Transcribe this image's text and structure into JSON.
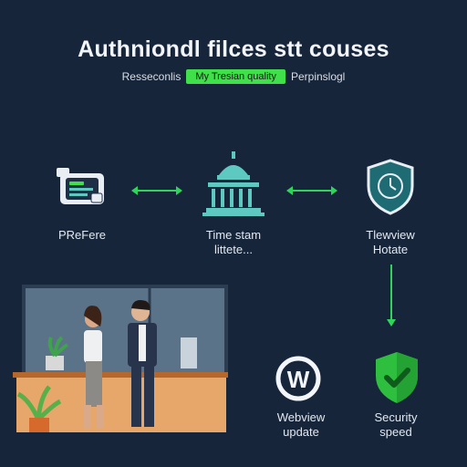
{
  "title": "Authniondl filces stt couses",
  "subtitle": {
    "left": "Resseconlis",
    "pill": "My Tresian quality",
    "right": "Perpinslogl"
  },
  "nodes": {
    "device": {
      "label": "PReFere",
      "icon": "device-card-icon"
    },
    "building": {
      "label_line1": "Time stam",
      "label_line2": "littete...",
      "icon": "government-building-icon"
    },
    "shield": {
      "label_line1": "Tlewview",
      "label_line2": "Hotate",
      "icon": "shield-clock-icon"
    },
    "webview": {
      "label_line1": "Webview",
      "label_line2": "update",
      "icon": "webview-w-icon"
    },
    "security": {
      "label_line1": "Security",
      "label_line2": "speed",
      "icon": "shield-check-icon"
    }
  },
  "colors": {
    "background": "#16253a",
    "accent_green": "#2fd45a",
    "teal": "#5ec9c0",
    "pill_green": "#3fe04a"
  }
}
